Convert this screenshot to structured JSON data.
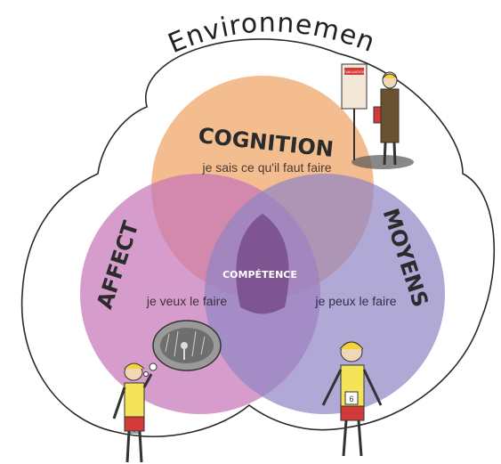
{
  "environment_label": "Environnement",
  "circles": {
    "cognition": {
      "title": "COGNITION",
      "caption": "je sais ce qu'il faut faire",
      "color": "#f2b27c"
    },
    "affect": {
      "title": "AFFECT",
      "caption": "je veux le faire",
      "color": "#c473b6"
    },
    "moyens": {
      "title": "MOYENS",
      "caption": "je peux le faire",
      "color": "#8e85c4"
    }
  },
  "center_label": "COMPÉTENCE",
  "center_color": "#7a4f8c",
  "sign_text": "ÉVALUATION",
  "bib_number": "6",
  "icons": [
    "thinking-runner-icon",
    "rain-cloud-thought-icon",
    "confused-runner-icon",
    "teacher-with-sign-icon"
  ]
}
